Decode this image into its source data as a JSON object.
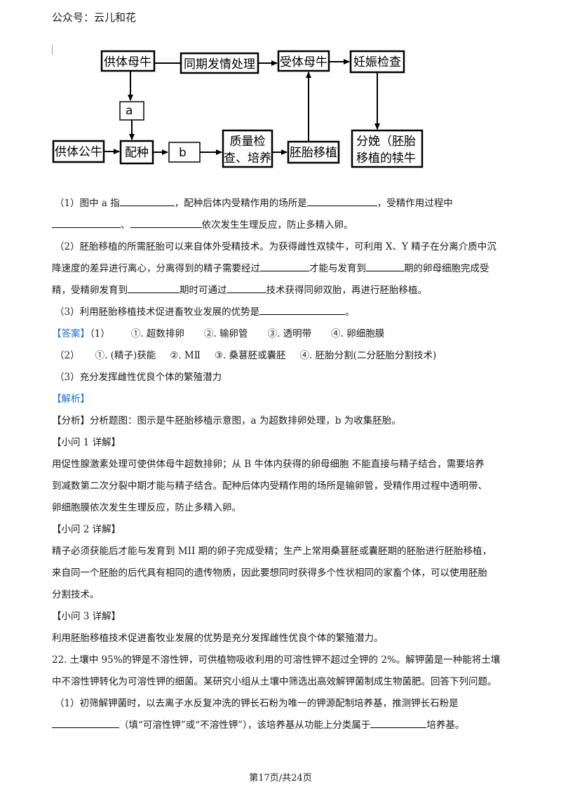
{
  "header": "公众号：云儿和花",
  "diagram": {
    "donor_cow": "供体母牛",
    "sync": "同期发情处理",
    "recipient": "受体母牛",
    "pregnancy": "妊娠检查",
    "a": "a",
    "donor_bull": "供体公牛",
    "breeding": "配种",
    "b": "b",
    "qc_line1": "质量检",
    "qc_line2": "查、培养",
    "transfer": "胚胎移植",
    "birth_line1": "分娩（胚胎",
    "birth_line2": "移植的犊牛"
  },
  "q1": {
    "part1": "（1）图中 a 指",
    "part2": "，配种后体内受精作用的场所是",
    "part3": "，受精作用过程中",
    "part4": "、",
    "part5": "依次发生生理反应，防止多精入卵。"
  },
  "q2": {
    "line1": "（2）胚胎移植的所需胚胎可以来自体外受精技术。为获得雌性双犊牛，可利用 X、Y 精子在分离介质中沉",
    "l2a": "降速度的差异进行离心，分离得到的精子需要经过",
    "l2b": "才能与发育到",
    "l2c": "期的卵母细胞完成受",
    "l3a": "精，受精卵发育到",
    "l3b": "期时可通过",
    "l3c": "技术获得同卵双胎，再进行胚胎移植。"
  },
  "q3": {
    "text": "（3）利用胚胎移植技术促进畜牧业发展的优势是",
    "end": "。"
  },
  "answer": {
    "label": "【答案】",
    "l1": [
      "（1）",
      "①. 超数排卵",
      "②. 输卵管",
      "③. 透明带",
      "④. 卵细胞膜"
    ],
    "l2": [
      "（2）",
      "①. (精子)获能",
      "②. MⅡ",
      "③. 桑葚胚或囊胚",
      "④. 胚胎分割(二分胚胎分割技术)"
    ],
    "l3": "（3）充分发挥雌性优良个体的繁殖潜力"
  },
  "analysis_label": "【解析】",
  "analysis": "【分析】分析题图：图示是牛胚胎移植示意图，a 为超数排卵处理，b 为收集胚胎。",
  "detail1": {
    "title": "【小问 1 详解】",
    "lines": [
      "用促性腺激素处理可使供体母牛超数排卵；从 B 牛体内获得的卵母细胞  不能直接与精子结合，需要培养",
      "到减数第二次分裂中期才能与精子结合。配种后体内受精作用的场所是输卵管，受精作用过程中透明带、",
      "卵细胞膜依次发生生理反应，防止多精入卵。"
    ]
  },
  "detail2": {
    "title": "【小问 2 详解】",
    "lines": [
      "精子必须获能后才能与发育到 MII 期的卵子完成受精；生产上常用桑葚胚或囊胚期的胚胎进行胚胎移植，",
      "来自同一个胚胎的后代具有相同的遗传物质，因此要想同时获得多个性状相同的家畜个体，可以使用胚胎",
      "分割技术。"
    ]
  },
  "detail3": {
    "title": "【小问 3 详解】",
    "text": "利用胚胎移植技术促进畜牧业发展的优势是充分发挥雌性优良个体的繁殖潜力。"
  },
  "q22": {
    "l1": "22. 土壤中 95%的钾是不溶性钾，可供植物吸收利用的可溶性钾不超过全钾的 2%。解钾菌是一种能将土壤",
    "l2": "中不溶性钾转化为可溶性钾的细菌。某研究小组从土壤中筛选出高效解钾菌制成生物菌肥。回答下列问题。",
    "l3": "（1）初筛解钾菌时，以去离子水反复冲洗的钾长石粉为唯一的钾源配制培养基，推测钾长石粉是",
    "l4a": "（填“可溶性钾”或“不溶性钾”），该培养基从功能上分类属于",
    "l4b": "培养基。"
  },
  "footer": "第17页/共24页"
}
